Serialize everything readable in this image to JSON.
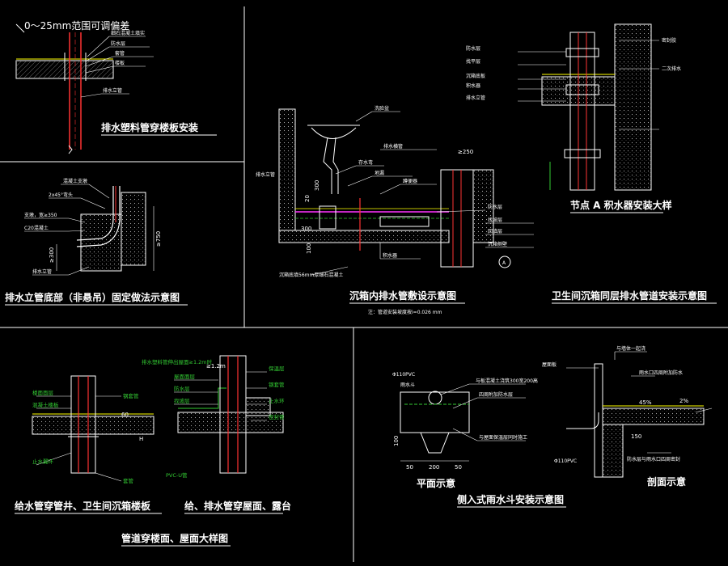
{
  "colors": {
    "bg": "#000000",
    "line": "#ffffff",
    "pipe": "#ff3333",
    "green": "#33cc33",
    "yellow": "#ffff00",
    "cyan": "#00cccc",
    "magenta": "#ff33ff",
    "gray": "#808080",
    "blue": "#3366ff"
  },
  "panel1": {
    "note": "0～25mm范围可调偏差",
    "title": "排水塑料管穿楼板安装",
    "labels": [
      "细石混凝土填实",
      "防水层",
      "套管",
      "楼板",
      "排水立管"
    ]
  },
  "panel2": {
    "title": "排水立管底部（非悬吊）固定做法示意图",
    "labels": [
      "混凝土支墩",
      "2x45°弯头",
      "支墩，宽≥350",
      "C20混凝土",
      "排水立管"
    ],
    "dims": [
      "≥750",
      "≥300"
    ]
  },
  "panel3": {
    "title": "沉箱内排水管敷设示意图",
    "note": "注：管道安装坡度按i=0.026 mm",
    "note2": "沉箱底填56mm厚细石混凝土",
    "labels": [
      "洗脸盆",
      "存水弯",
      "地漏",
      "蹲便器",
      "排水横管",
      "防水层",
      "找坡层",
      "回填层",
      "沉箱侧壁",
      "积水器",
      "排水立管"
    ],
    "dims": [
      "20",
      "300",
      "100",
      "300"
    ]
  },
  "panel4": {
    "title": "卫生间沉箱同层排水管道安装示意图",
    "detail_title": "节点 A 积水器安装大样",
    "marker": "A",
    "labels": [
      "防水层",
      "找平层",
      "沉箱底板",
      "积水器",
      "排水立管",
      "密封胶",
      "二次排水"
    ],
    "dim": "≥250"
  },
  "panel5": {
    "title": "管道穿楼面、屋面大样图",
    "sub1": "给水管穿管井、卫生间沉箱楼板",
    "sub2": "给、排水管穿屋面、露台",
    "labels_left": [
      "楼面面层",
      "混凝土楼板",
      "止水翼环",
      "套管",
      "钢套管"
    ],
    "labels_right": [
      "排水塑料管伸出屋面≥1.2m时",
      "屋面面层",
      "防水层",
      "找坡层",
      "保温层",
      "PVC-U管",
      "钢套管",
      "止水环",
      "密封膏"
    ],
    "dims": [
      "60",
      "H",
      "≥1.2m"
    ]
  },
  "panel6": {
    "title": "侧入式雨水斗安装示意图",
    "plan_title": "平面示意",
    "section_title": "剖面示意",
    "pipe_label": "Φ110PVC",
    "labels": [
      "雨水斗",
      "与板混凝土浇筑300宽200高",
      "四周附加防水层",
      "与屋面保温层同时施工",
      "屋面板",
      "与墙体一起浇",
      "雨水口四周附加防水",
      "防水层与雨水口四周密封"
    ],
    "dims": [
      "50",
      "200",
      "50",
      "100",
      "150",
      "45%",
      "2%"
    ]
  }
}
